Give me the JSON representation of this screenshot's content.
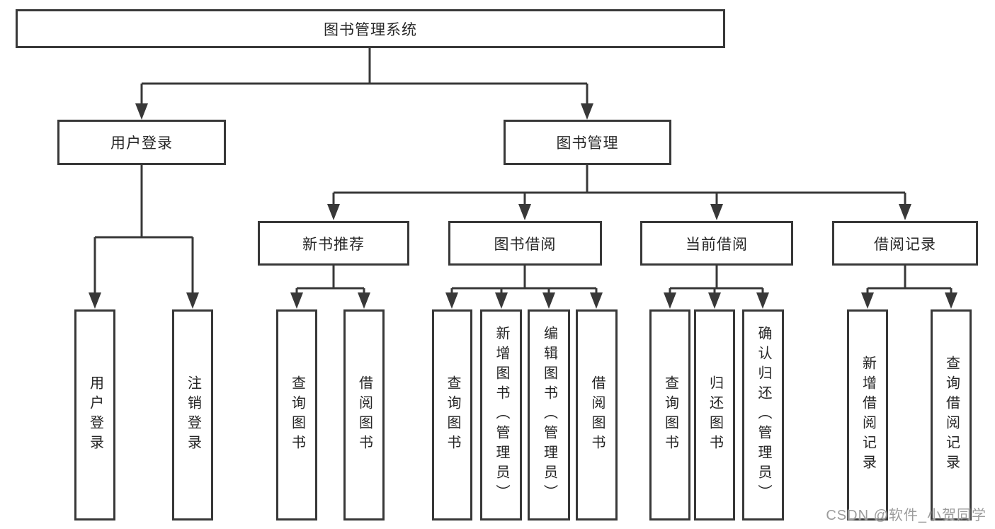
{
  "colors": {
    "line": "#383838",
    "text": "#262626",
    "watermark": "#9c9c9c"
  },
  "tree": {
    "root": {
      "label": "图书管理系统"
    },
    "login": {
      "label": "用户登录",
      "children": [
        {
          "label": "用户登录"
        },
        {
          "label": "注销登录"
        }
      ]
    },
    "mgmt": {
      "label": "图书管理",
      "sections": [
        {
          "label": "新书推荐",
          "children": [
            {
              "label": "查询图书"
            },
            {
              "label": "借阅图书"
            }
          ]
        },
        {
          "label": "图书借阅",
          "children": [
            {
              "label": "查询图书"
            },
            {
              "label": "新增图书（管理员）"
            },
            {
              "label": "编辑图书（管理员）"
            },
            {
              "label": "借阅图书"
            }
          ]
        },
        {
          "label": "当前借阅",
          "children": [
            {
              "label": "查询图书"
            },
            {
              "label": "归还图书"
            },
            {
              "label": "确认归还（管理员）"
            }
          ]
        },
        {
          "label": "借阅记录",
          "children": [
            {
              "label": "新增借阅记录"
            },
            {
              "label": "查询借阅记录"
            }
          ]
        }
      ]
    }
  },
  "watermark": {
    "text": "CSDN @软件_小贺同学"
  }
}
